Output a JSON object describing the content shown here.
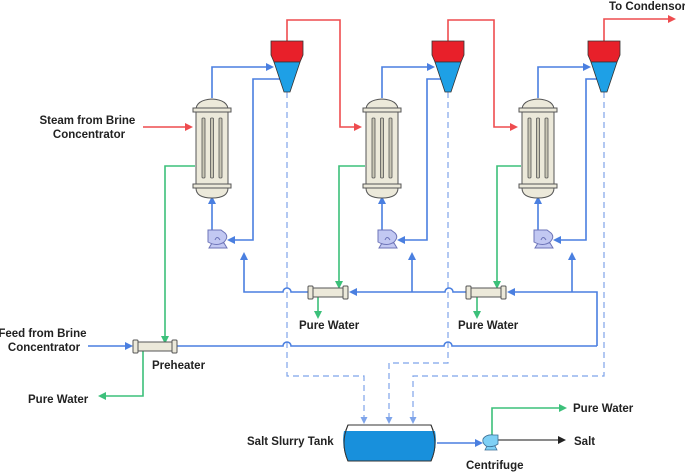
{
  "diagram": {
    "title": "Multiple-effect evaporator with salt recovery",
    "labels": {
      "steam_in": [
        "Steam from Brine",
        "Concentrator"
      ],
      "feed_in": [
        "Feed from Brine",
        "Concentrator"
      ],
      "to_condensor": "To Condensor",
      "preheater": "Preheater",
      "pure_water_preheater": "Pure Water",
      "pure_water_heater_1": "Pure Water",
      "pure_water_heater_2": "Pure Water",
      "pure_water_centrifuge": "Pure Water",
      "salt_slurry_tank": "Salt Slurry Tank",
      "centrifuge": "Centrifuge",
      "salt": "Salt"
    },
    "effects": [
      {
        "id": "effect-1",
        "evaporator": "evaporator-1",
        "separator": "separator-1",
        "pump": "pump-1"
      },
      {
        "id": "effect-2",
        "evaporator": "evaporator-2",
        "separator": "separator-2",
        "pump": "pump-2"
      },
      {
        "id": "effect-3",
        "evaporator": "evaporator-3",
        "separator": "separator-3",
        "pump": "pump-3"
      }
    ],
    "streams": {
      "steam": {
        "name": "steam / vapor",
        "color": "#ee4c4f"
      },
      "liquid": {
        "name": "brine / liquid",
        "color": "#4a7fe0"
      },
      "condensate": {
        "name": "pure water",
        "color": "#3cc07a"
      },
      "slurry": {
        "name": "salt slurry",
        "color": "#7ea4ea"
      },
      "salt": {
        "name": "salt",
        "color": "#444444"
      }
    },
    "colors": {
      "separator_top": "#e8202a",
      "separator_bottom": "#1ea0e6",
      "tank_liquid": "#1890dc",
      "centrifuge": "#7fd0f5",
      "pump": "#c2c8f2",
      "shell": "#ece9da"
    }
  }
}
